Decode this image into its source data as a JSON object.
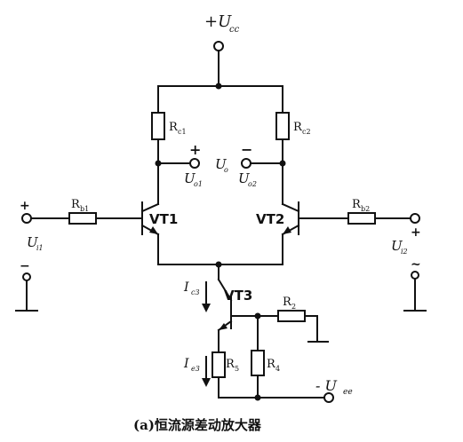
{
  "supply_pos": "+U",
  "supply_pos_sub": "cc",
  "supply_neg": "- U",
  "supply_neg_sub": "ee",
  "resistors": {
    "rc1": "R",
    "rc1_sub": "c1",
    "rc2": "R",
    "rc2_sub": "c2",
    "rb1": "R",
    "rb1_sub": "b1",
    "rb2": "R",
    "rb2_sub": "b2",
    "r2": "R",
    "r2_sub": "2",
    "r4": "R",
    "r4_sub": "4",
    "r5": "R",
    "r5_sub": "5"
  },
  "transistors": {
    "vt1": "VT1",
    "vt2": "VT2",
    "vt3": "VT3"
  },
  "output": {
    "label": "U",
    "sub": "o",
    "plus": "+",
    "minus": "−",
    "uo1": "U",
    "uo1_sub": "o1",
    "uo2": "U",
    "uo2_sub": "o2"
  },
  "inputs": {
    "ui1": "U",
    "ui1_sub": "i1",
    "ui2": "U",
    "ui2_sub": "i2",
    "plus": "+",
    "minus": "−",
    "minus2": "~"
  },
  "currents": {
    "ic3": "I",
    "ic3_sub": "c3",
    "ie3": "I",
    "ie3_sub": "e3"
  },
  "caption": "(a)恒流源差动放大器"
}
